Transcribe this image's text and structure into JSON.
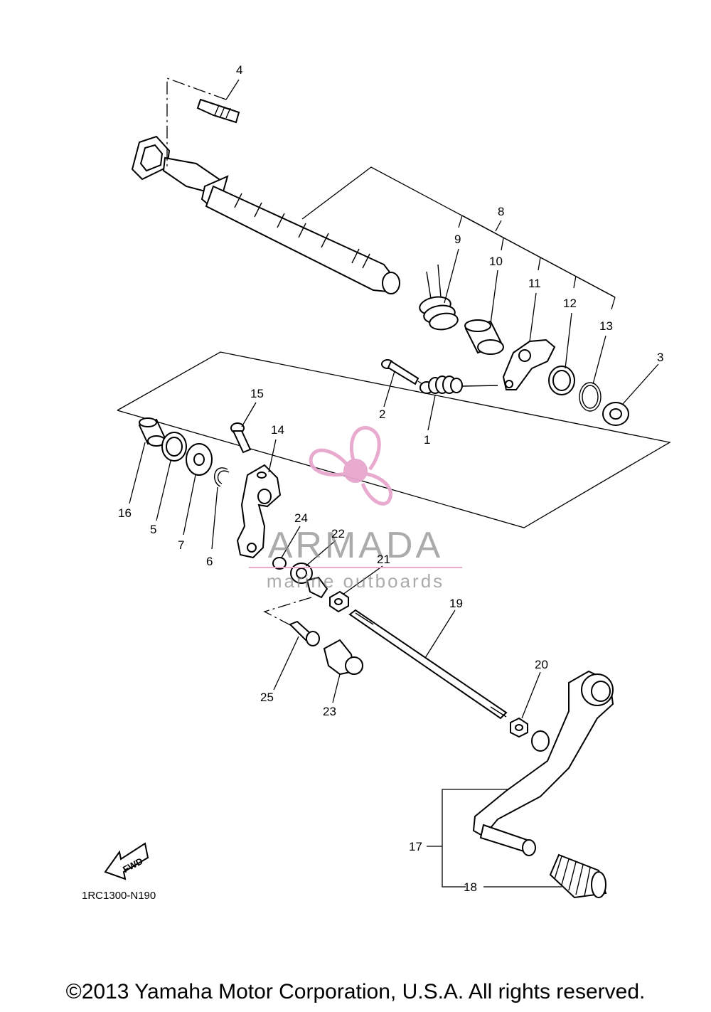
{
  "diagram_code": "1RC1300-N190",
  "fwd_label": "FWD",
  "watermark": {
    "brand": "ARMADA",
    "tagline": "marine outboards",
    "logo_color": "#e8a6cd",
    "logo_center_color": "#e8a6cd"
  },
  "copyright": "©2013 Yamaha Motor Corporation, U.S.A. All rights reserved.",
  "callouts": [
    {
      "id": "1",
      "label": "1"
    },
    {
      "id": "2",
      "label": "2"
    },
    {
      "id": "3",
      "label": "3"
    },
    {
      "id": "4",
      "label": "4"
    },
    {
      "id": "5",
      "label": "5"
    },
    {
      "id": "6",
      "label": "6"
    },
    {
      "id": "7",
      "label": "7"
    },
    {
      "id": "8",
      "label": "8"
    },
    {
      "id": "9",
      "label": "9"
    },
    {
      "id": "10",
      "label": "10"
    },
    {
      "id": "11",
      "label": "11"
    },
    {
      "id": "12",
      "label": "12"
    },
    {
      "id": "13",
      "label": "13"
    },
    {
      "id": "14",
      "label": "14"
    },
    {
      "id": "15",
      "label": "15"
    },
    {
      "id": "16",
      "label": "16"
    },
    {
      "id": "17",
      "label": "17"
    },
    {
      "id": "18",
      "label": "18"
    },
    {
      "id": "19",
      "label": "19"
    },
    {
      "id": "20",
      "label": "20"
    },
    {
      "id": "21",
      "label": "21"
    },
    {
      "id": "22",
      "label": "22"
    },
    {
      "id": "23",
      "label": "23"
    },
    {
      "id": "24",
      "label": "24"
    },
    {
      "id": "25",
      "label": "25"
    }
  ]
}
